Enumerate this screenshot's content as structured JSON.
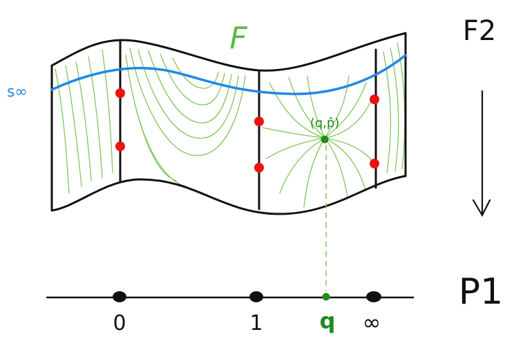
{
  "labels": {
    "foliation": "F",
    "section": "s∞",
    "fixed_point": "(q,p̂)",
    "surface": "F2",
    "base_curve": "P1"
  },
  "base_points": [
    {
      "label": "0"
    },
    {
      "label": "1"
    },
    {
      "label": "q"
    },
    {
      "label": "∞"
    }
  ],
  "colors": {
    "outline": "#111111",
    "leaves": "#7fc65a",
    "section": "#1e88e5",
    "red_points": "#ee1111",
    "green_point": "#1f8a1f",
    "text_green": "#59b944"
  }
}
